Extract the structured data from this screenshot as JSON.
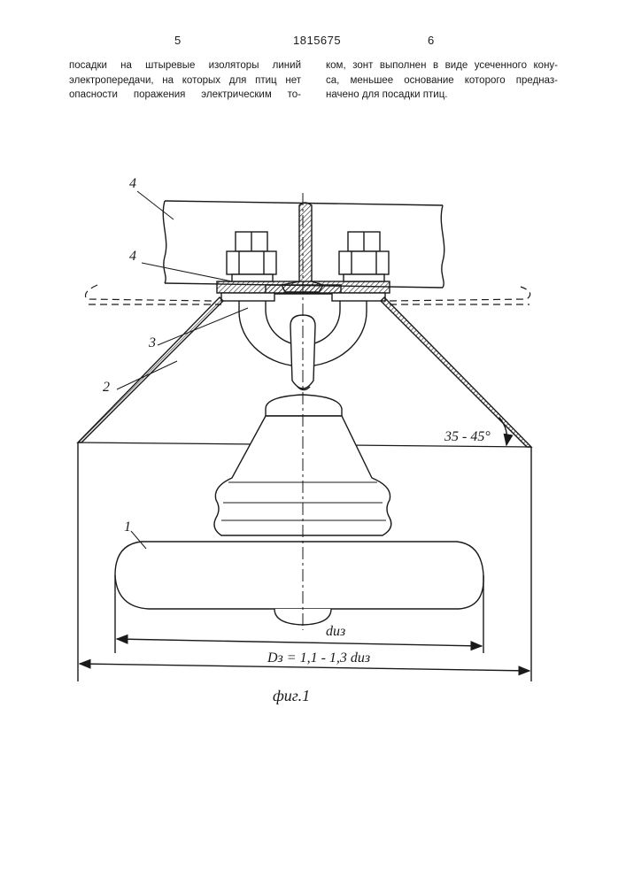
{
  "header": {
    "page_left": "5",
    "patent_number": "1815675",
    "page_right": "6"
  },
  "text": {
    "left_column": [
      "посадки на штыревые изоляторы линий",
      "электропередачи, на которых для птиц нет",
      "опасности поражения электрическим то-"
    ],
    "right_column": [
      "ком, зонт выполнен в виде усеченного кону-",
      "са, меньшее основание которого предназ-",
      "начено для посадки птиц."
    ]
  },
  "figure": {
    "labels": {
      "part_4_top": "4",
      "part_4_side": "4",
      "part_3": "3",
      "part_2": "2",
      "part_1": "1"
    },
    "angle_label": "35 - 45°",
    "dim_inner": "dиз",
    "dim_outer": "Dз = 1,1 - 1,3 dиз",
    "caption": "фиг.1"
  }
}
